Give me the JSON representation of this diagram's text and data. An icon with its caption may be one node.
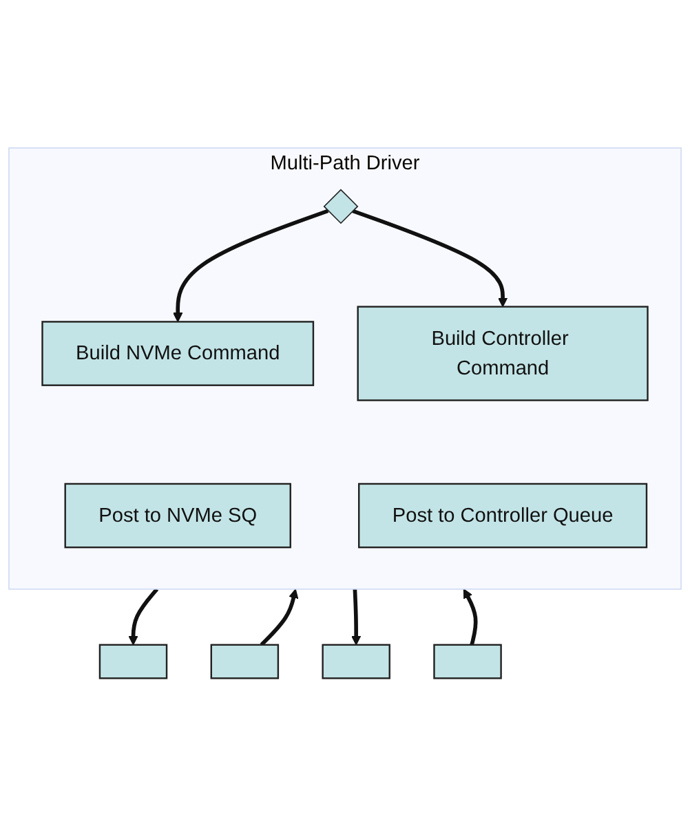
{
  "diagram": {
    "nodes": [
      {
        "text": [
          "Multi-Path Driver"
        ]
      },
      {
        "text": [],
        "shape": "diamond",
        "in": 0
      },
      {
        "text": [
          "Build NVMe Command"
        ],
        "in": 0
      },
      {
        "text": [
          "Build Controller Command"
        ],
        "in": 0
      },
      {
        "text": [
          "Post to NVMe SQ"
        ],
        "in": 0
      },
      {
        "text": [
          "Post to Controller Queue"
        ],
        "in": 0
      },
      {
        "text": [],
        "shape": "box"
      },
      {
        "text": [],
        "shape": "box"
      },
      {
        "text": [],
        "shape": "box"
      },
      {
        "text": [],
        "shape": "box"
      }
    ],
    "edges": [
      {
        "from": 1,
        "to": 2,
        "arrow": "to"
      },
      {
        "from": 1,
        "to": 3,
        "arrow": "to"
      },
      {
        "from": 0,
        "to": 6,
        "arrow": "to"
      },
      {
        "from": 7,
        "to": 0,
        "arrow": "to"
      },
      {
        "from": 0,
        "to": 8,
        "arrow": "to"
      },
      {
        "from": 9,
        "to": 0,
        "arrow": "to"
      }
    ]
  }
}
